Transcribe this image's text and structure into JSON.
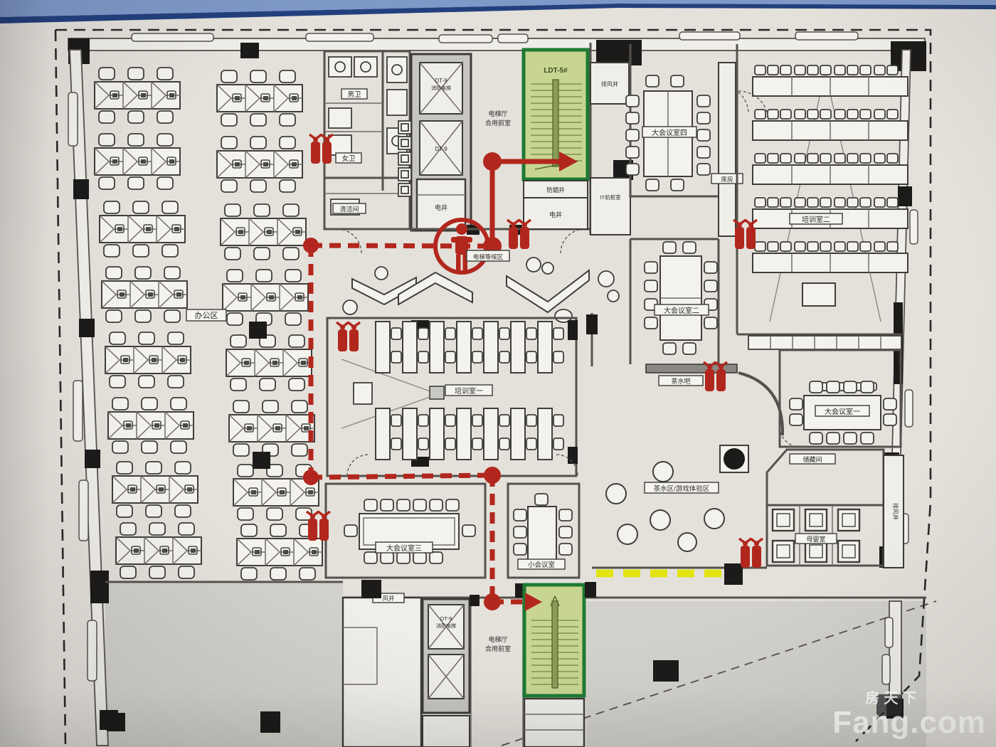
{
  "plan": {
    "labels": {
      "office": "办公区",
      "training1": "培训室一",
      "training2": "培训室二",
      "meeting1": "大会议室一",
      "meeting2": "大会议室二",
      "meeting3": "大会议室三",
      "meeting4": "大会议室四",
      "small_meeting": "小会议室",
      "tea_game": "茶水区/游戏体验区",
      "tea_bar": "茶水吧",
      "storage": "储藏间",
      "nursing": "母婴室",
      "exhaust_shaft": "排风井",
      "it_room": "IT机柜室",
      "mens_wc": "男卫",
      "womens_wc": "女卫",
      "cleaning": "清洁间",
      "smoke_shaft": "防烟井",
      "elec_shaft": "电井",
      "wind_shaft": "风井",
      "storeroom": "库房",
      "elevator_hall_1": "电梯厅",
      "elevator_hall_2": "合用前室",
      "stair_id": "LDT-5#",
      "elevator_id": "DT-9",
      "fire_elevator": "消防电梯",
      "waiting_area": "电梯等候区"
    },
    "watermark": {
      "cn": "房天下",
      "en": "Fang.com"
    }
  }
}
